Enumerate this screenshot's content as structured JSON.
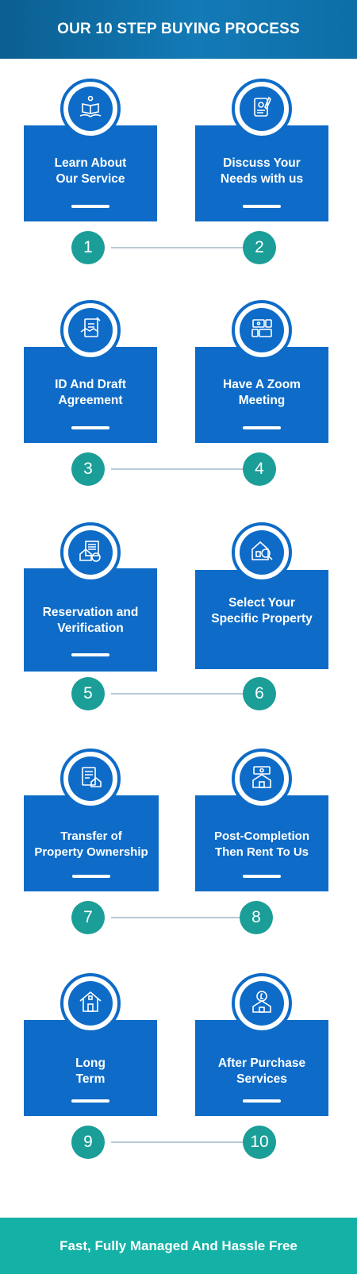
{
  "header": {
    "title": "OUR 10 STEP BUYING PROCESS"
  },
  "steps": [
    {
      "number": "1",
      "title_lines": [
        "Learn About",
        "Our Service"
      ],
      "icon": "book-icon"
    },
    {
      "number": "2",
      "title_lines": [
        "Discuss Your",
        "Needs with us"
      ],
      "icon": "clipboard-pen-icon"
    },
    {
      "number": "3",
      "title_lines": [
        "ID And Draft",
        "Agreement"
      ],
      "icon": "handshake-document-icon"
    },
    {
      "number": "4",
      "title_lines": [
        "Have A Zoom",
        "Meeting"
      ],
      "icon": "video-call-icon"
    },
    {
      "number": "5",
      "title_lines": [
        "Reservation and",
        "Verification"
      ],
      "icon": "house-pound-icon"
    },
    {
      "number": "6",
      "title_lines": [
        "Select Your",
        "Specific Property"
      ],
      "icon": "house-search-icon"
    },
    {
      "number": "7",
      "title_lines": [
        "Transfer of",
        "Property Ownership"
      ],
      "icon": "checklist-house-icon"
    },
    {
      "number": "8",
      "title_lines": [
        "Post-Completion",
        "Then Rent To Us"
      ],
      "icon": "money-house-icon"
    },
    {
      "number": "9",
      "title_lines": [
        "Long",
        "Term"
      ],
      "icon": "house-icon"
    },
    {
      "number": "10",
      "title_lines": [
        "After Purchase",
        "Services"
      ],
      "icon": "coin-house-icon"
    }
  ],
  "footer": {
    "text": "Fast, Fully Managed And Hassle Free"
  },
  "colors": {
    "primary": "#0e6cc8",
    "header": "#0b5f91",
    "teal": "#1a9e97",
    "footer": "#14b1a6",
    "line": "#b9c9d6"
  }
}
